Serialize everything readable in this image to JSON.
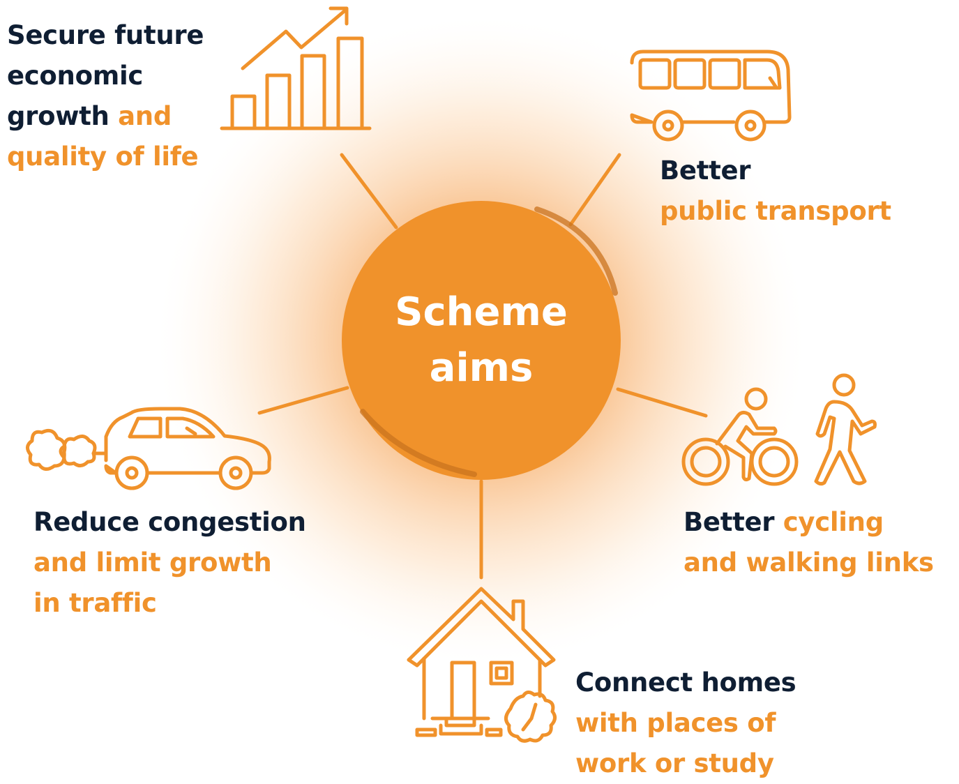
{
  "center": {
    "line1": "Scheme",
    "line2": "aims"
  },
  "aims": {
    "growth": {
      "line1": "Secure future",
      "line2": "economic",
      "line3_dark": "growth",
      "line3_orange": " and",
      "line4": "quality of life",
      "icon": "bar-chart-growth-icon"
    },
    "transport": {
      "line1": "Better",
      "line2": "public transport",
      "icon": "bus-icon"
    },
    "congestion": {
      "line1": "Reduce congestion",
      "line2": "and limit growth",
      "line3": "in traffic",
      "icon": "car-exhaust-icon"
    },
    "cycling": {
      "line1_dark": "Better",
      "line1_orange": " cycling",
      "line2": "and walking links",
      "icon": "cyclist-pedestrian-icon"
    },
    "homes": {
      "line1": "Connect homes",
      "line2": "with places of",
      "line3": "work or study",
      "icon": "house-clock-icon"
    }
  },
  "colors": {
    "accent": "#f0922b",
    "dark_text": "#0f1e33",
    "circle_shadow": "#c9731f",
    "glow": "#f7b878"
  }
}
